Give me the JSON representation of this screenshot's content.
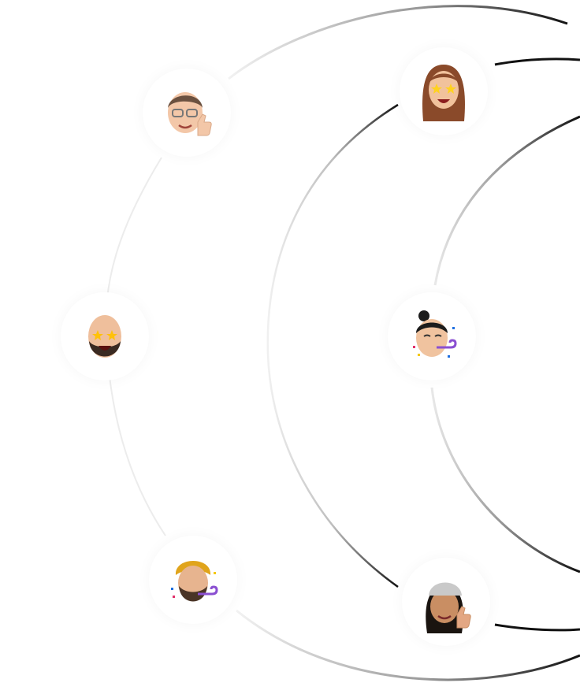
{
  "colors": {
    "background": "#ffffff",
    "arc_dark": "#111111",
    "arc_light": "#e6e6e6"
  },
  "avatars": [
    {
      "name": "memoji-glasses-thumbs-up",
      "skin": "#f3c7a8",
      "hair": "#6b5140",
      "accessory": "glasses-thumbs-up"
    },
    {
      "name": "memoji-long-hair-star-eyes",
      "skin": "#f1c29c",
      "hair": "#8a4a2a",
      "accessory": "star-eyes"
    },
    {
      "name": "memoji-bald-star-eyes",
      "skin": "#efbf9c",
      "hair": "#3a2a22",
      "accessory": "star-eyes-beard"
    },
    {
      "name": "memoji-party-topknot",
      "skin": "#f0c39f",
      "hair": "#1c1c1c",
      "accessory": "party-horn"
    },
    {
      "name": "memoji-turban-party",
      "skin": "#e7b48f",
      "hair": "#4a3426",
      "accessory": "turban-party-horn"
    },
    {
      "name": "memoji-cap-thumbs-up",
      "skin": "#c98e63",
      "hair": "#1a1410",
      "accessory": "cap-thumbs-up"
    }
  ]
}
